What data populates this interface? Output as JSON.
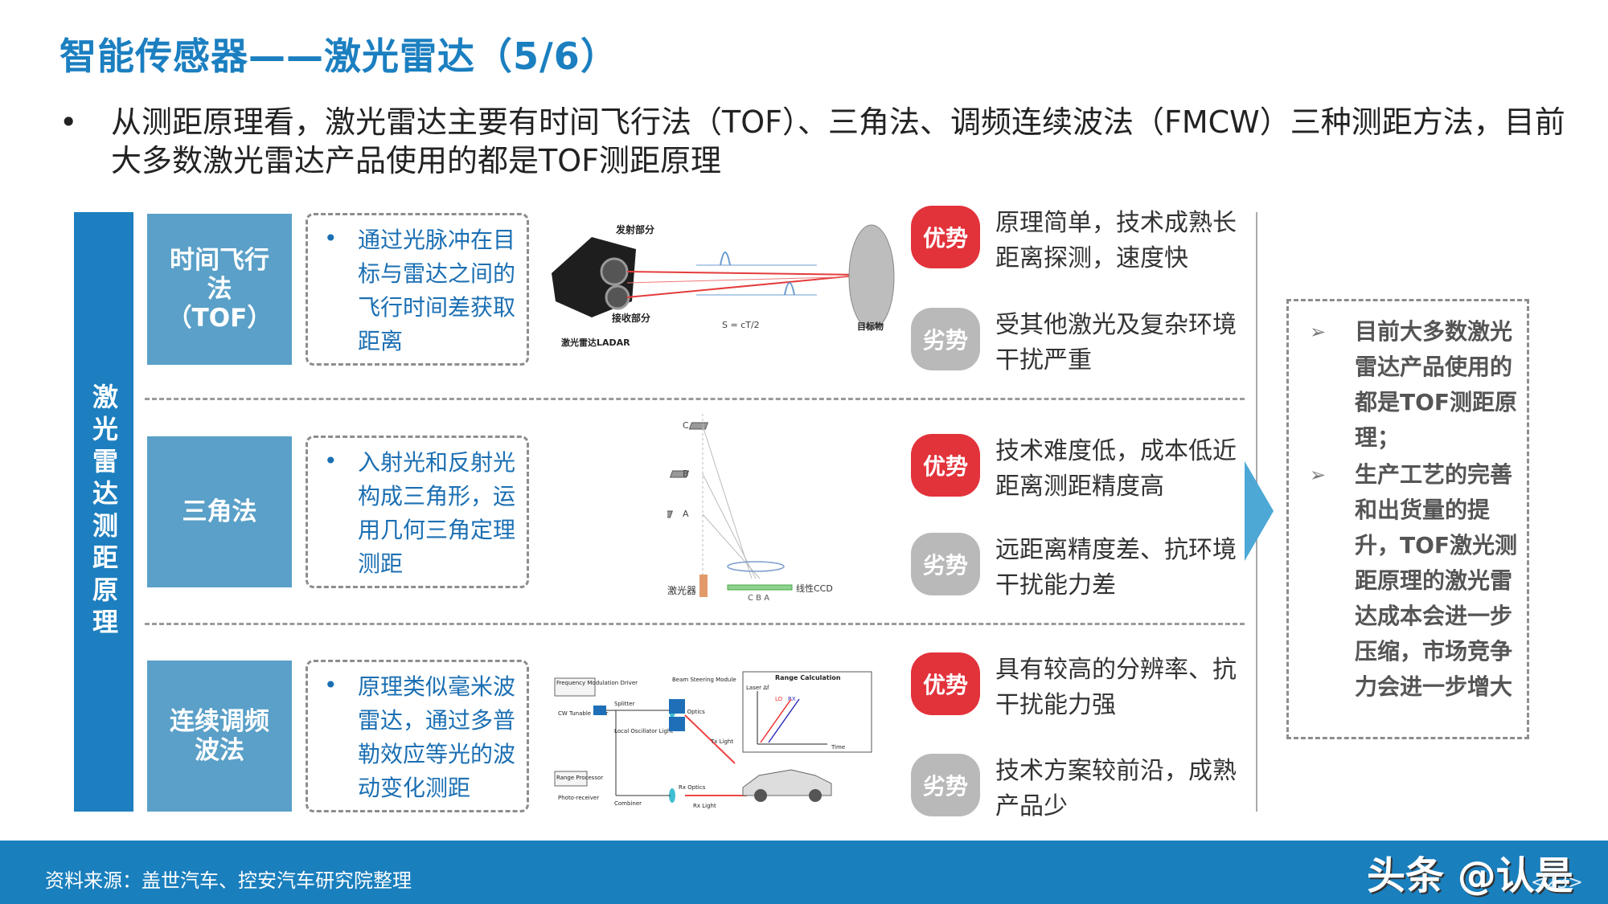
{
  "title": "智能传感器——激光雷达（5/6）",
  "intro_bullet": "•",
  "intro": "从测距原理看，激光雷达主要有时间飞行法（TOF）、三角法、调频连续波法（FMCW）三种测距方法，目前大多数激光雷达产品使用的都是TOF测距原理",
  "side_label": "激光雷达测距原理",
  "bullet_mark": "•",
  "methods": [
    {
      "name_lines": [
        "时间飞行",
        "法",
        "（TOF）"
      ],
      "desc": "通过光脉冲在目标与雷达之间的飞行时间差获取距离",
      "pro_label": "优势",
      "pro": "原理简单，技术成熟长距离探测，速度快",
      "con_label": "劣势",
      "con": "受其他激光及复杂环境干扰严重"
    },
    {
      "name_lines": [
        "三角法"
      ],
      "desc": "入射光和反射光构成三角形，运用几何三角定理测距",
      "pro_label": "优势",
      "pro": "技术难度低，成本低近距离测距精度高",
      "con_label": "劣势",
      "con": "远距离精度差、抗环境干扰能力差"
    },
    {
      "name_lines": [
        "连续调频",
        "波法"
      ],
      "desc": "原理类似毫米波雷达，通过多普勒效应等光的波动变化测距",
      "pro_label": "优势",
      "pro": "具有较高的分辨率、抗干扰能力强",
      "con_label": "劣势",
      "con": "技术方案较前沿，成熟产品少"
    }
  ],
  "diagram_tof": {
    "emit": "发射部分",
    "receive": "接收部分",
    "device": "激光雷达LADAR",
    "target": "目标物",
    "formula": "S = cT/2"
  },
  "diagram_tri": {
    "points": [
      "C",
      "B",
      "A"
    ],
    "laser": "激光器",
    "ccd": "线性CCD",
    "ccd_marks": "C B A"
  },
  "diagram_fmcw": {
    "freq_mod": "Frequency Modulation Driver",
    "cw_laser": "CW Tunable Laser",
    "splitter": "Splitter",
    "local_osc": "Local Oscillator Light",
    "range_proc": "Range Processor",
    "photo": "Photo-receiver",
    "combiner": "Combiner",
    "tx_optics": "Tx Optics",
    "rx_optics": "Rx Optics",
    "beam": "Beam Steering Module",
    "tx_light": "Tx Light",
    "rx_light": "Rx Light",
    "range_calc": "Range Calculation",
    "laser_df": "Laser Δf",
    "lo": "LO",
    "rx": "RX",
    "time": "Time"
  },
  "summary_marker": "➢",
  "summary": [
    "目前大多数激光雷达产品使用的都是TOF测距原理；",
    "生产工艺的完善和出货量的提升，TOF激光测距原理的激光雷达成本会进一步压缩，市场竞争力会进一步增大"
  ],
  "footer": {
    "source": "资料来源：盖世汽车、控安汽车研究院整理",
    "watermark": "头条 @认是",
    "page": "<23>"
  },
  "colors": {
    "title": "#1b7fc0",
    "sidebar": "#1d7fbf",
    "method_label": "#5aa0c8",
    "pro_badge": "#e2323a",
    "con_badge": "#b9b9b9",
    "footer": "#1a7fbd"
  }
}
